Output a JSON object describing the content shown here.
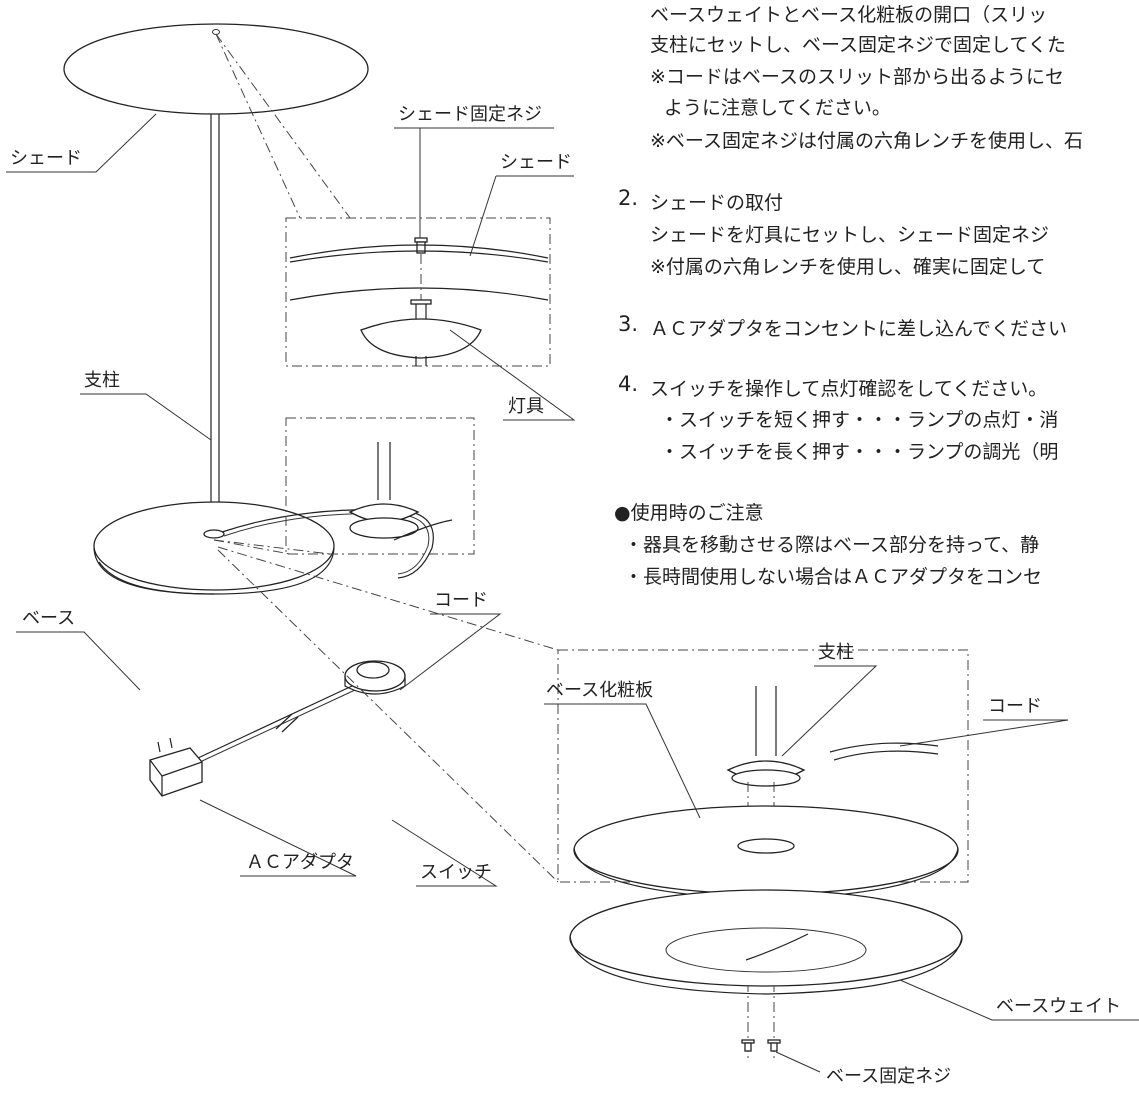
{
  "instructions": {
    "step1_l1": "ベースウェイトとベース化粧板の開口（スリッ",
    "step1_l2": "支柱にセットし、ベース固定ネジで固定してくた",
    "step1_note1a": "※コードはベースのスリット部から出るようにセ",
    "step1_note1b": "ように注意してください。",
    "step1_note2": "※ベース固定ネジは付属の六角レンチを使用し、石",
    "step2_num": "2.",
    "step2_title": "シェードの取付",
    "step2_body": "シェードを灯具にセットし、シェード固定ネジ",
    "step2_note": "※付属の六角レンチを使用し、確実に固定して",
    "step3_num": "3.",
    "step3_body": "ＡＣアダプタをコンセントに差し込んでください",
    "step4_num": "4.",
    "step4_body": "スイッチを操作して点灯確認をしてください。",
    "step4_b1": "・スイッチを短く押す・・・ランプの点灯・消",
    "step4_b2": "・スイッチを長く押す・・・ランプの調光（明",
    "caution_title": "●使用時のご注意",
    "caution_b1": "・器具を移動させる際はベース部分を持って、静",
    "caution_b2": "・長時間使用しない場合はＡＣアダプタをコンセ"
  },
  "labels": {
    "shade_left": "シェード",
    "shade_screw": "シェード固定ネジ",
    "shade_right": "シェード",
    "lamp_body": "灯具",
    "pole_left": "支柱",
    "base": "ベース",
    "cord_left": "コード",
    "switch": "スイッチ",
    "ac_adapter": "ＡＣアダプタ",
    "base_cover": "ベース化粧板",
    "pole_right": "支柱",
    "cord_right": "コード",
    "base_weight": "ベースウェイト",
    "base_screw": "ベース固定ネジ"
  }
}
